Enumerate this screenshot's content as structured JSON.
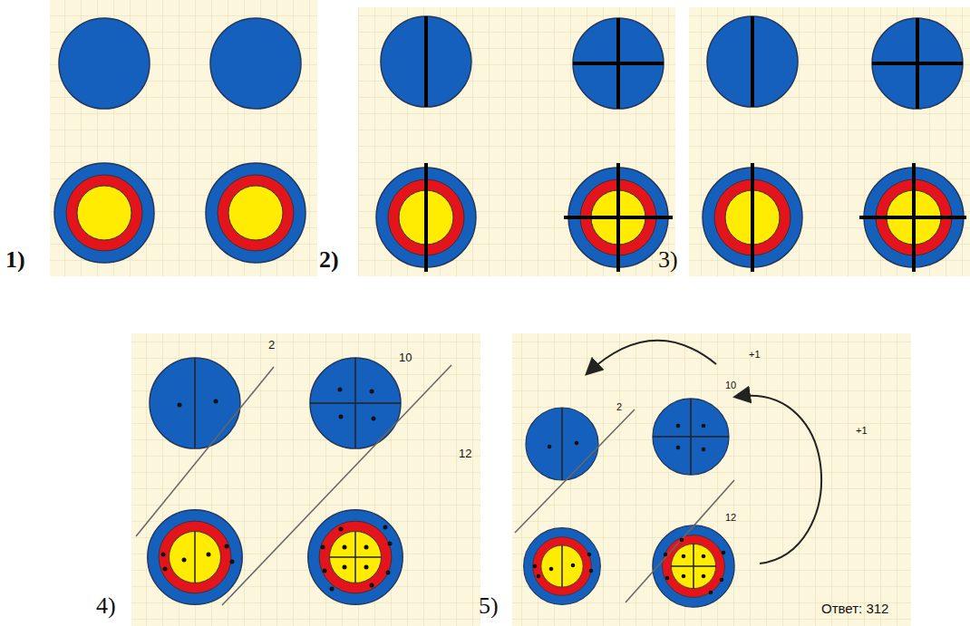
{
  "diagram": {
    "labels": [
      "1)",
      "2)",
      "3)",
      "4)",
      "5)",
      "2",
      "10",
      "12",
      "2",
      "10",
      "12",
      "+1",
      "+1",
      "Ответ: 312"
    ]
  }
}
